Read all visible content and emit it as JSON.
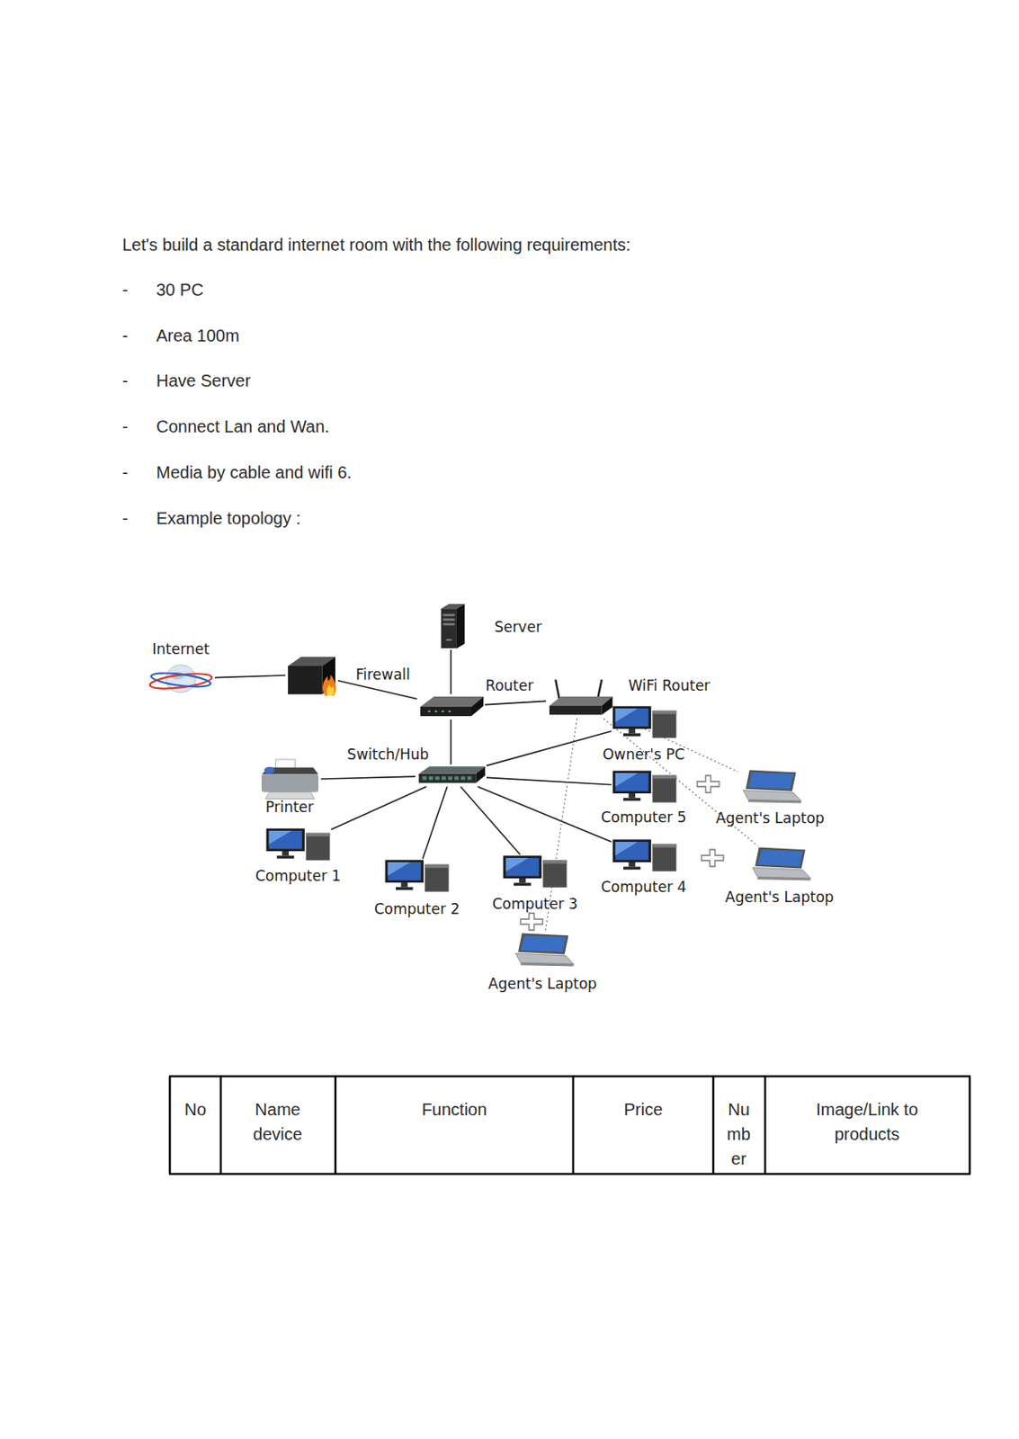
{
  "diagram": {
    "nodes": [
      {
        "text": [
          "Server"
        ]
      },
      {
        "text": [
          "Internet"
        ]
      },
      {
        "text": [
          "Firewall"
        ]
      },
      {
        "text": [
          "Router"
        ]
      },
      {
        "text": [
          "WiFi Router"
        ]
      },
      {
        "text": [
          "Switch/Hub"
        ]
      },
      {
        "text": [
          "Owner's PC"
        ]
      },
      {
        "text": [
          "Printer"
        ]
      },
      {
        "text": [
          "Computer 5"
        ]
      },
      {
        "text": [
          "Agent's Laptop"
        ]
      },
      {
        "text": [
          "Computer 1"
        ]
      },
      {
        "text": [
          "Computer 2"
        ]
      },
      {
        "text": [
          "Computer 3"
        ]
      },
      {
        "text": [
          "Computer 4"
        ]
      },
      {
        "text": [
          "Agent's Laptop"
        ]
      },
      {
        "text": [
          "Agent's Laptop"
        ]
      }
    ],
    "edges": [
      {
        "from": 1,
        "to": 2,
        "arrow": "none"
      },
      {
        "from": 2,
        "to": 3,
        "arrow": "none"
      },
      {
        "from": 0,
        "to": 3,
        "arrow": "none"
      },
      {
        "from": 3,
        "to": 4,
        "arrow": "none"
      },
      {
        "from": 3,
        "to": 5,
        "arrow": "none"
      },
      {
        "from": 5,
        "to": 7,
        "arrow": "none"
      },
      {
        "from": 5,
        "to": 6,
        "arrow": "none"
      },
      {
        "from": 5,
        "to": 8,
        "arrow": "none"
      },
      {
        "from": 5,
        "to": 13,
        "arrow": "none"
      },
      {
        "from": 5,
        "to": 12,
        "arrow": "none"
      },
      {
        "from": 5,
        "to": 11,
        "arrow": "none"
      },
      {
        "from": 5,
        "to": 10,
        "arrow": "none"
      },
      {
        "from": 4,
        "to": 9,
        "arrow": "none"
      },
      {
        "from": 4,
        "to": 14,
        "arrow": "none"
      },
      {
        "from": 4,
        "to": 15,
        "arrow": "none"
      }
    ],
    "labels": [
      "Let's build a standard internet room with the following requirements:",
      "-",
      "30 PC",
      "-",
      "Area 100m",
      "-",
      "Have Server",
      "-",
      "Connect Lan and Wan.",
      "-",
      "Media by cable and wifi 6.",
      "-",
      "Example topology :",
      "No",
      "Name device",
      "Function",
      "Price",
      "Number",
      "Image/Link to products"
    ]
  }
}
